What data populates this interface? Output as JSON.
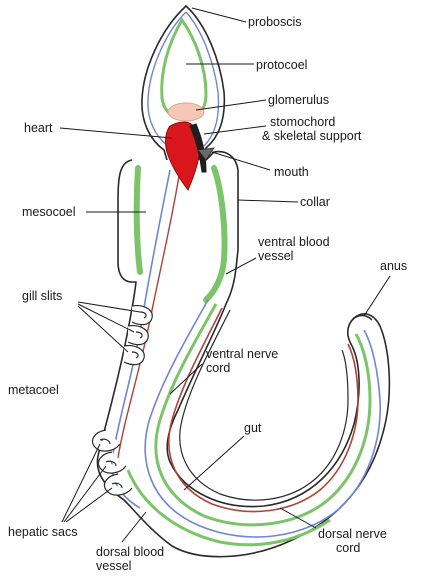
{
  "labels": {
    "proboscis": "proboscis",
    "protocoel": "protocoel",
    "glomerulus": "glomerulus",
    "stomochord_1": "stomochord",
    "stomochord_2": "& skeletal support",
    "heart": "heart",
    "mouth": "mouth",
    "collar": "collar",
    "mesocoel": "mesocoel",
    "ventral_blood_1": "ventral blood",
    "ventral_blood_2": "vessel",
    "anus": "anus",
    "gill_slits": "gill slits",
    "ventral_nerve_1": "ventral nerve",
    "ventral_nerve_2": "cord",
    "metacoel": "metacoel",
    "gut": "gut",
    "hepatic_sacs": "hepatic sacs",
    "dorsal_blood_1": "dorsal blood",
    "dorsal_blood_2": "vessel",
    "dorsal_nerve_1": "dorsal nerve",
    "dorsal_nerve_2": "cord"
  },
  "colors": {
    "outline": "#2a2a2a",
    "coelom_fill": "#ffffff",
    "green_tissue": "#7cc46a",
    "blue_vessel": "#6f86d6",
    "red_vessel": "#b0403a",
    "heart": "#d8161c",
    "glomerulus": "#f4c8b4"
  }
}
